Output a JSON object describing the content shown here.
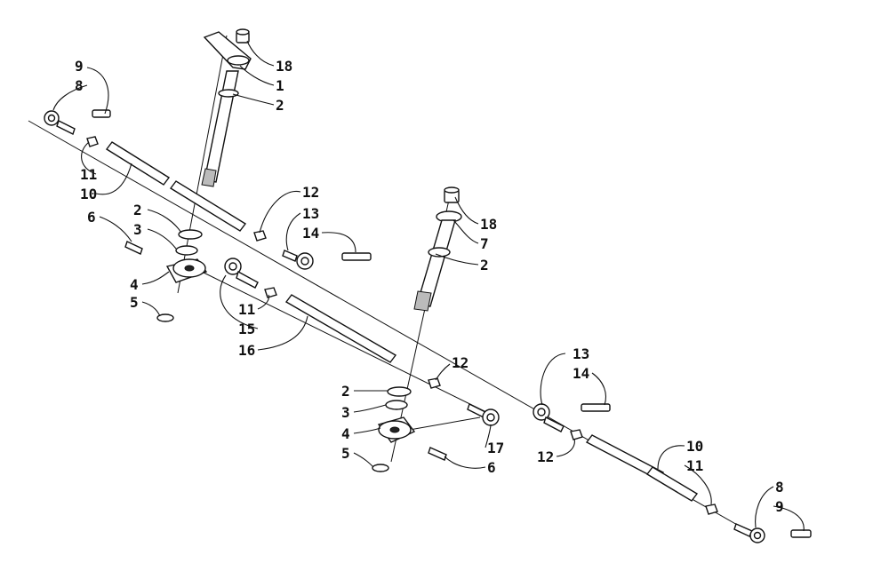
{
  "callouts": {
    "c9a": "9",
    "c8a": "8",
    "c18a": "18",
    "c1": "1",
    "c2a": "2",
    "c11a": "11",
    "c10a": "10",
    "c12a": "12",
    "c13a": "13",
    "c14a": "14",
    "c2b": "2",
    "c3a": "3",
    "c6a": "6",
    "c4a": "4",
    "c5a": "5",
    "c11b": "11",
    "c15": "15",
    "c16": "16",
    "c18b": "18",
    "c7": "7",
    "c2c": "2",
    "c12b": "12",
    "c2d": "2",
    "c3b": "3",
    "c4b": "4",
    "c5b": "5",
    "c6b": "6",
    "c17": "17",
    "c13b": "13",
    "c14b": "14",
    "c12c": "12",
    "c10b": "10",
    "c11c": "11",
    "c8b": "8",
    "c9b": "9"
  }
}
